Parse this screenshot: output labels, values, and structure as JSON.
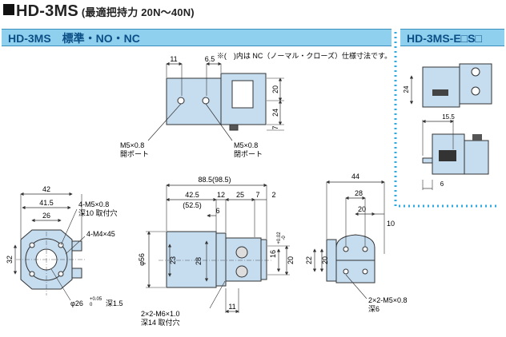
{
  "title": {
    "main": "HD-3MS",
    "sub": "(最適把持力 20N〜40N)"
  },
  "bars": {
    "main": "HD-3MS　標準・NO・NC",
    "side": "HD-3MS-E□S□"
  },
  "note": "※(　)内は NC（ノーマル・クローズ）仕様寸法です。",
  "top_view": {
    "dims": [
      "11",
      "6.5",
      "20",
      "24",
      "7"
    ],
    "port_left": [
      "M5×0.8",
      "開ポート"
    ],
    "port_right": [
      "M5×0.8",
      "閉ポート"
    ]
  },
  "front_view": {
    "dims": [
      "88.5(98.5)",
      "42.5",
      "(52.5)",
      "12",
      "25",
      "7",
      "2",
      "6",
      "23",
      "28",
      "φ56",
      "16",
      "+0.02",
      "-0",
      "20",
      "11"
    ],
    "callout": [
      "2×2-M6×1.0",
      "深14 取付穴"
    ]
  },
  "left_view": {
    "dims": [
      "42",
      "41.5",
      "26",
      "32"
    ],
    "callout1": [
      "4-M5×0.8",
      "深10 取付穴"
    ],
    "callout2": "4-M4×45",
    "bottom_dim": [
      "φ26",
      "+0.05",
      "0",
      "深1.5"
    ]
  },
  "right_view": {
    "dims": [
      "44",
      "28",
      "20",
      "10",
      "22",
      "20"
    ],
    "callout": [
      "2×2-M5×0.8",
      "深6"
    ]
  },
  "side_views": {
    "dims": [
      "24",
      "15.5",
      "6"
    ]
  }
}
